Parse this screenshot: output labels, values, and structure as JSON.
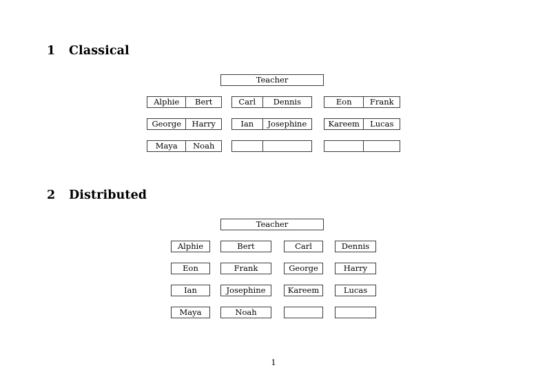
{
  "document": {
    "page_number": "1",
    "accent_border_color": "#3a3a3a",
    "background_color": "#ffffff",
    "text_color": "#000000"
  },
  "sections": [
    {
      "number": "1",
      "title": "Classical",
      "teacher_label": "Teacher",
      "layout": "three-groups-of-paired-cells",
      "groups": [
        {
          "rows": [
            [
              "Alphie",
              "Bert"
            ],
            [
              "George",
              "Harry"
            ],
            [
              "Maya",
              "Noah"
            ]
          ]
        },
        {
          "rows": [
            [
              "Carl",
              "Dennis"
            ],
            [
              "Ian",
              "Josephine"
            ],
            [
              "",
              ""
            ]
          ]
        },
        {
          "rows": [
            [
              "Eon",
              "Frank"
            ],
            [
              "Kareem",
              "Lucas"
            ],
            [
              "",
              ""
            ]
          ]
        }
      ]
    },
    {
      "number": "2",
      "title": "Distributed",
      "teacher_label": "Teacher",
      "layout": "four-columns-of-separate-cells",
      "rows": [
        [
          "Alphie",
          "Bert",
          "Carl",
          "Dennis"
        ],
        [
          "Eon",
          "Frank",
          "George",
          "Harry"
        ],
        [
          "Ian",
          "Josephine",
          "Kareem",
          "Lucas"
        ],
        [
          "Maya",
          "Noah",
          "",
          ""
        ]
      ]
    }
  ]
}
